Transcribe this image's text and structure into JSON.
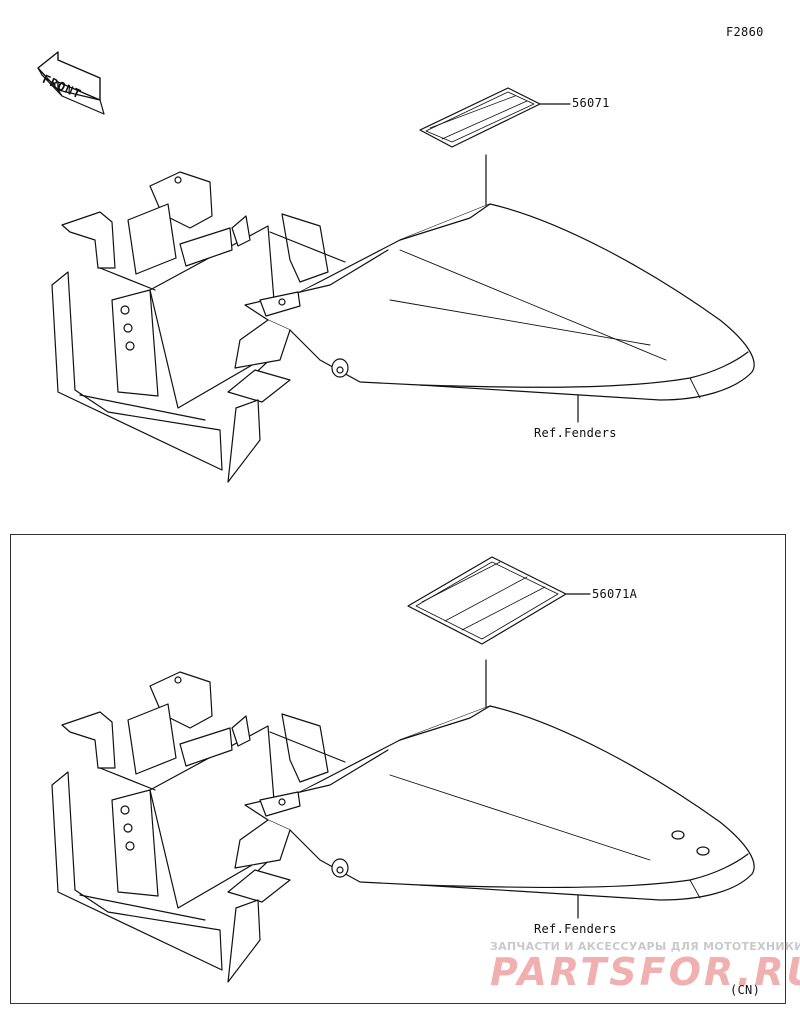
{
  "figure_code": "F2860",
  "front_label": "FRONT",
  "parts": {
    "top_label": "56071",
    "top_ref": "Ref.Fenders",
    "bottom_label": "56071A",
    "bottom_ref": "Ref.Fenders"
  },
  "variant_note": "(CN)",
  "watermark": {
    "tagline": "ЗАПЧАСТИ И АКСЕССУАРЫ ДЛЯ МОТОТЕХНИКИ",
    "brand": "PARTSFOR.RU"
  }
}
